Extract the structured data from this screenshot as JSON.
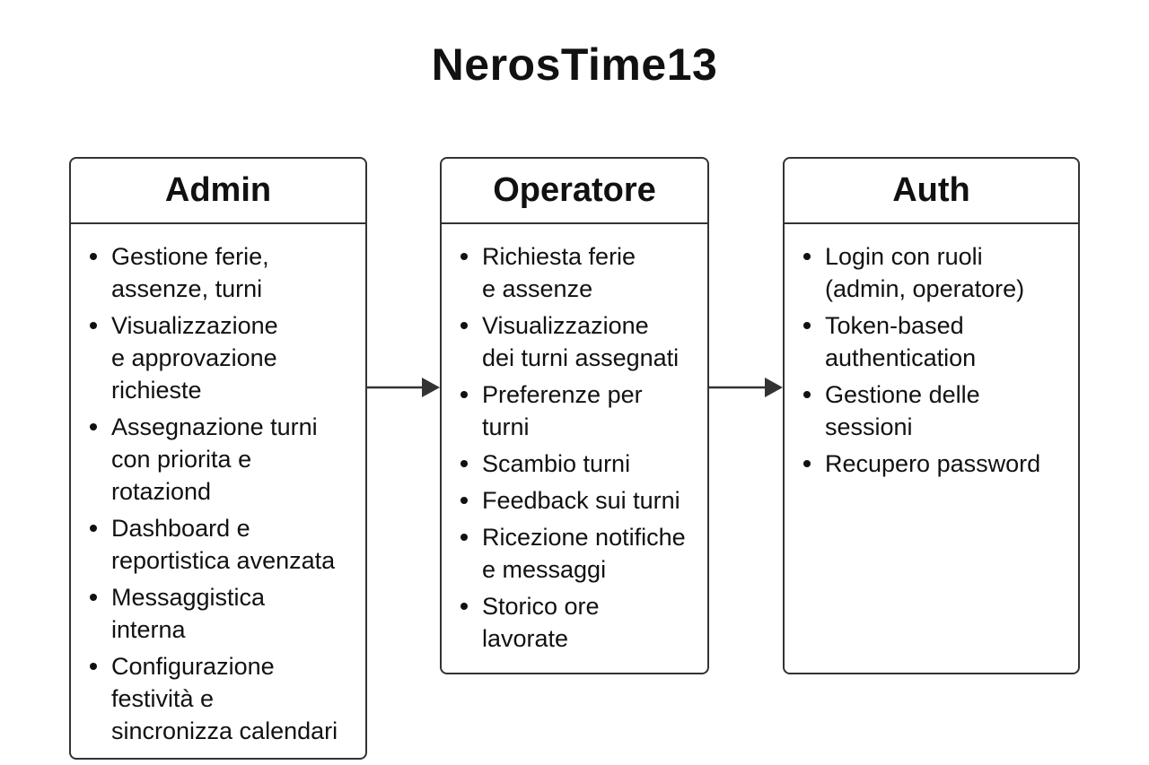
{
  "title": "NerosTime13",
  "boxes": {
    "admin": {
      "header": "Admin",
      "items": [
        "Gestione ferie,\nassenze, turni",
        "Visualizzazione\ne approvazione\nrichieste",
        "Assegnazione turni\ncon priorita e\nrotaziond",
        "Dashboard e\nreportistica avenzata",
        "Messaggistica\ninterna",
        "Configurazione\nfestività e\nsincronizza calendari"
      ]
    },
    "operatore": {
      "header": "Operatore",
      "items": [
        "Richiesta ferie\ne assenze",
        "Visualizzazione\ndei turni assegnati",
        "Preferenze per\nturni",
        "Scambio turni",
        "Feedback sui turni",
        "Ricezione notifiche\ne messaggi",
        "Storico ore\nlavorate"
      ]
    },
    "auth": {
      "header": "Auth",
      "items": [
        "Login con ruoli\n(admin, operatore)",
        "Token-based\nauthentication",
        "Gestione delle\nsessioni",
        "Recupero password"
      ]
    }
  },
  "colors": {
    "border": "#333333",
    "text": "#111111",
    "background": "#ffffff"
  }
}
